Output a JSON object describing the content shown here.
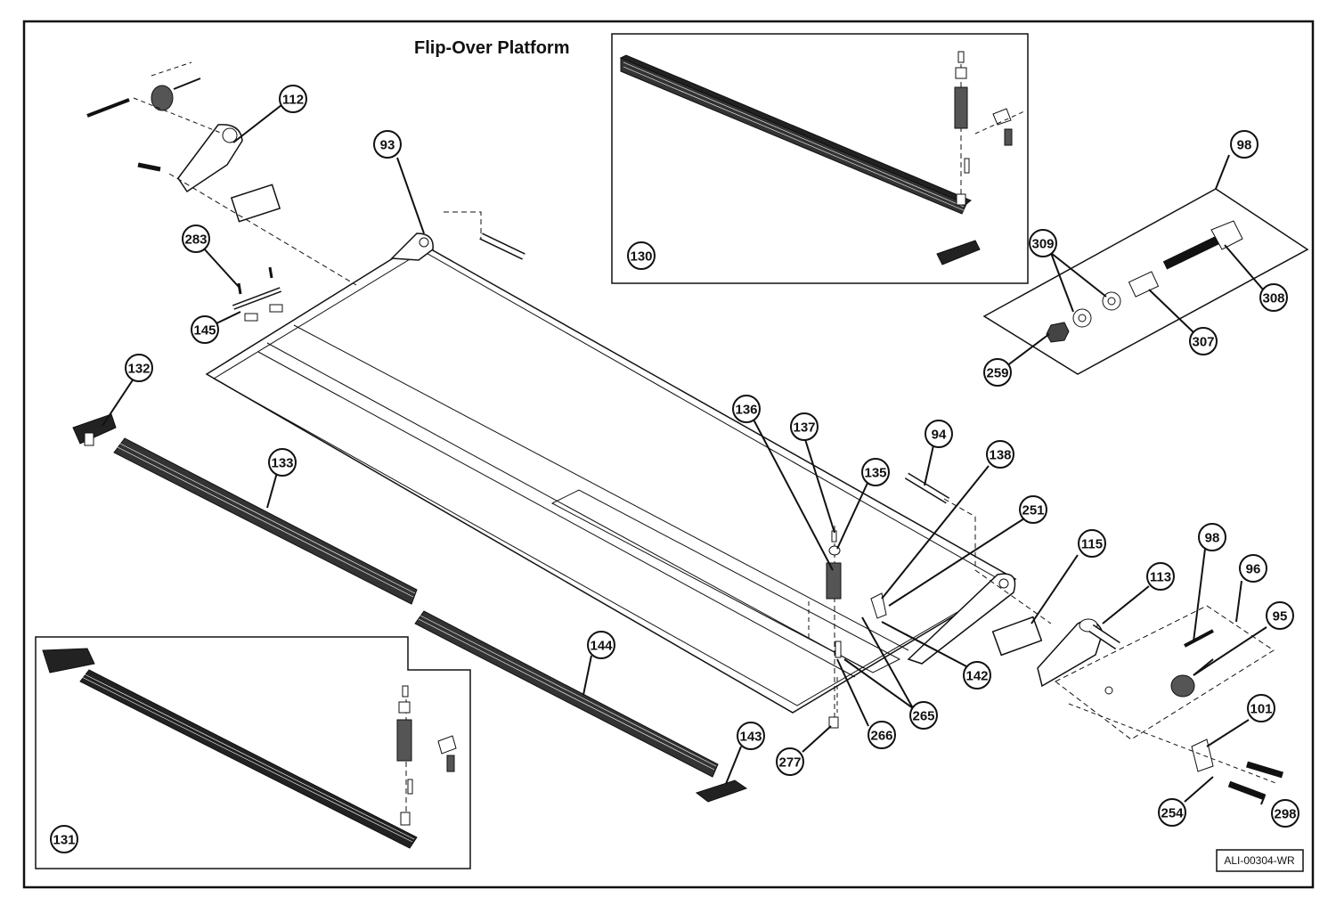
{
  "title": "Flip-Over Platform",
  "drawing_ref": "ALI-00304-WR",
  "callouts": [
    {
      "id": "c112",
      "label": "112"
    },
    {
      "id": "c93",
      "label": "93"
    },
    {
      "id": "c283",
      "label": "283"
    },
    {
      "id": "c145",
      "label": "145"
    },
    {
      "id": "c132",
      "label": "132"
    },
    {
      "id": "c133",
      "label": "133"
    },
    {
      "id": "c130",
      "label": "130"
    },
    {
      "id": "c98a",
      "label": "98"
    },
    {
      "id": "c309",
      "label": "309"
    },
    {
      "id": "c308",
      "label": "308"
    },
    {
      "id": "c307",
      "label": "307"
    },
    {
      "id": "c259",
      "label": "259"
    },
    {
      "id": "c136",
      "label": "136"
    },
    {
      "id": "c137",
      "label": "137"
    },
    {
      "id": "c135",
      "label": "135"
    },
    {
      "id": "c94",
      "label": "94"
    },
    {
      "id": "c138",
      "label": "138"
    },
    {
      "id": "c251",
      "label": "251"
    },
    {
      "id": "c115",
      "label": "115"
    },
    {
      "id": "c98b",
      "label": "98"
    },
    {
      "id": "c96",
      "label": "96"
    },
    {
      "id": "c113",
      "label": "113"
    },
    {
      "id": "c95",
      "label": "95"
    },
    {
      "id": "c142",
      "label": "142"
    },
    {
      "id": "c265",
      "label": "265"
    },
    {
      "id": "c266",
      "label": "266"
    },
    {
      "id": "c277",
      "label": "277"
    },
    {
      "id": "c144",
      "label": "144"
    },
    {
      "id": "c143",
      "label": "143"
    },
    {
      "id": "c101",
      "label": "101"
    },
    {
      "id": "c254",
      "label": "254"
    },
    {
      "id": "c298",
      "label": "298"
    },
    {
      "id": "c131",
      "label": "131"
    }
  ]
}
